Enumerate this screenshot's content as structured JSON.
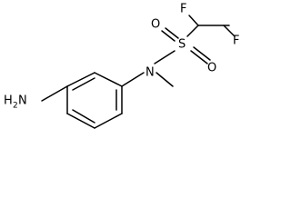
{
  "molecule": {
    "atoms": {
      "amine_n": "H",
      "amine_h_count": "2",
      "amine_suffix": "N",
      "sulfonamide_n": "N",
      "sulfur": "S",
      "oxygen_top": "O",
      "oxygen_bottom": "O",
      "fluorine_left": "F",
      "fluorine_right": "F"
    },
    "colors": {
      "bond": "#000000",
      "label": "#000000",
      "background": "#ffffff"
    }
  }
}
